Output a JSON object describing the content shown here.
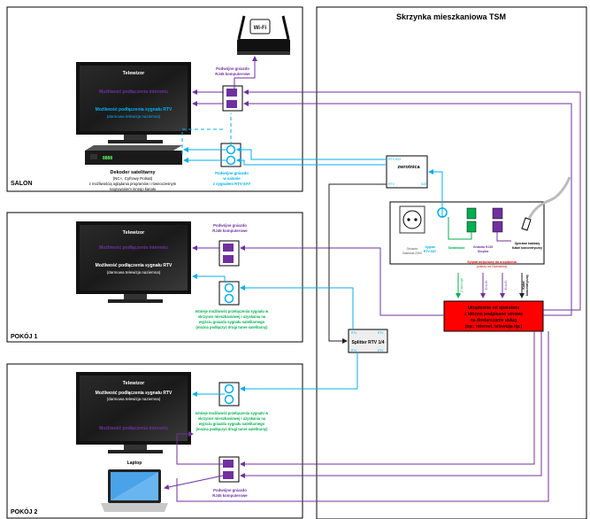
{
  "tsm": {
    "title": "Skrzynka mieszkaniowa TSM",
    "zwrotnica": "zwrotnica",
    "zw_sat": "RTV-SAT",
    "zw_rtv": "RTV",
    "zw_sat2": "SAT",
    "splitter": "Splitter RTV 1/4",
    "sp_port": "RTV",
    "gniazdo_zasilania": [
      "Gniazdo",
      "Zasilania 230V"
    ],
    "sygnal_sat": [
      "Sygnał",
      "RTV-SAT"
    ],
    "swiatlowod": "Światłowód",
    "gniazda_rj45": [
      "Gniazda RJ45",
      "Skrętka"
    ],
    "operator_kabel": [
      "Operator kablowy",
      "Kabel koncentryczny"
    ],
    "sygnal_wejsciowy": [
      "Sygnał wejściowy do urządzenia",
      "(zależy od Operatora)"
    ],
    "kabel_lbl": [
      "Kabel",
      "koncentryczny"
    ],
    "vlabels": [
      "Z lub b opt",
      "Ei to Ei",
      "Ei to Ei"
    ],
    "device": [
      "Urządzenie od operatora",
      "z którym podpisano umowę",
      "na dostarczanie usług",
      "(np.: internet, telewizja itp.)"
    ]
  },
  "salon": {
    "label": "SALON",
    "tv_title": "Telewizor",
    "tv_internet": "Możliwość podłączenia internetu",
    "tv_rtv": [
      "Możliwość podłączenia sygnału RTV",
      "(darmowa telewizja naziemna)"
    ],
    "decoder_title": "Dekoder satelitarny",
    "decoder_sub": "(NC+, Cyfrowy Polsat)",
    "decoder_desc": [
      "z możliwością oglądania programów i równoczesnym",
      "nagrywaniem innego kanału"
    ],
    "decoder_display": "8888",
    "rj45_label": [
      "Podwójne gniazdo",
      "RJ45 komputerowe"
    ],
    "coax_label": [
      "Podwójne gniazdo",
      "w salonie",
      "z sygnałem RTV-SAT"
    ]
  },
  "pokoj1": {
    "label": "POKÓJ 1",
    "tv_title": "Telewizor",
    "tv_internet": "Możliwość podłączenia internetu",
    "tv_rtv": [
      "Możliwość podłączenia sygnału RTV",
      "(darmowa telewizja naziemna)"
    ],
    "rj45_label": [
      "Podwójne gniazdo",
      "RJ45 komputerowe"
    ],
    "coax_label": [
      "Istnieje możliwość przełączenia sygnału w",
      "skrzynce mieszkaniowej i uzyskania na",
      "wyjściu gniazda sygnału satelitarnego",
      "(można podłączyć drugi tuner satelitarny)"
    ]
  },
  "pokoj2": {
    "label": "POKÓJ 2",
    "tv_title": "Telewizor",
    "tv_rtv": [
      "Możliwość podłączenia sygnału RTV",
      "(darmowa telewizja naziemna)"
    ],
    "tv_internet": "Możliwość podłączenia internetu",
    "laptop_title": "Laptop",
    "rj45_label": [
      "Podwójne gniazdo",
      "RJ45 komputerowe"
    ],
    "coax_label": [
      "Istnieje możliwość przełączenia sygnału w",
      "skrzynce mieszkaniowej i uzyskania na",
      "wyjściu gniazda sygnału satelitarnego",
      "(można podłączyć drugi tuner satelitarny)"
    ]
  },
  "router_label": "Wi-Fi",
  "colors": {
    "purple": "#7030a0",
    "blue": "#00b0f0",
    "green": "#00b050",
    "red": "#ff0000",
    "device_red": "#ff0000",
    "dark": "#404040",
    "tv_text_white": "#ffffff"
  }
}
